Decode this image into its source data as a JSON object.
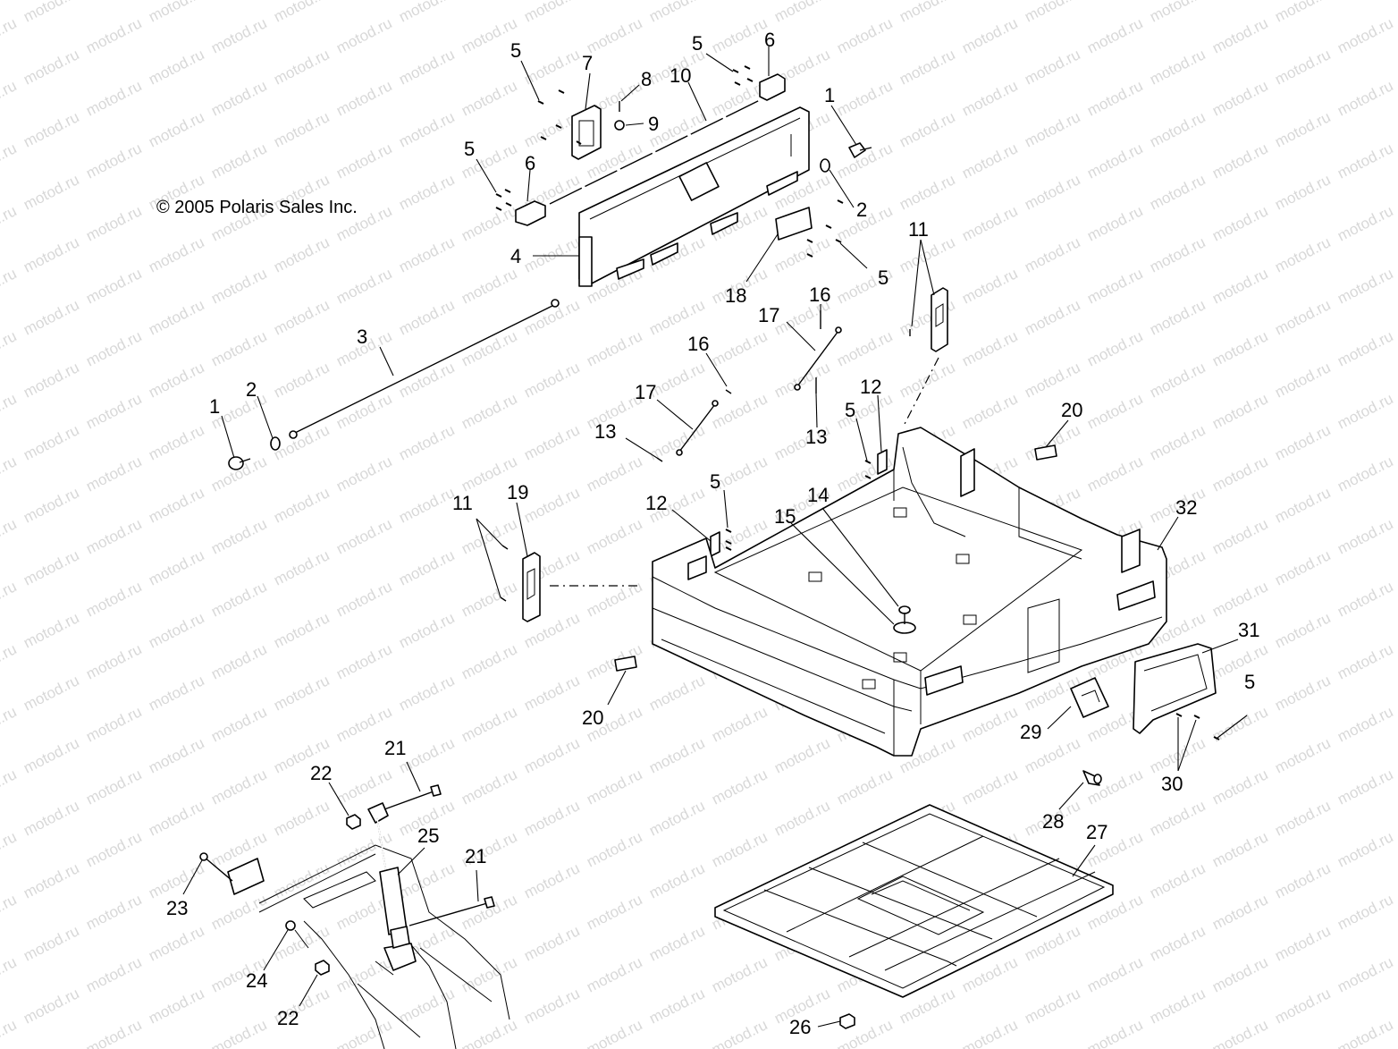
{
  "copyright": "© 2005 Polaris Sales Inc.",
  "watermark": "motod.ru",
  "callouts": {
    "c5a": "5",
    "c7": "7",
    "c8": "8",
    "c10": "10",
    "c5b": "5",
    "c6a": "6",
    "c9": "9",
    "c1a": "1",
    "c5c": "5",
    "c6b": "6",
    "c2a": "2",
    "c4": "4",
    "c18": "18",
    "c5d": "5",
    "c11a": "11",
    "c16a": "16",
    "c17a": "17",
    "c3": "3",
    "c16b": "16",
    "c2b": "2",
    "c1b": "1",
    "c17b": "17",
    "c13a": "13",
    "c12a": "12",
    "c13b": "13",
    "c5e": "5",
    "c20a": "20",
    "c19": "19",
    "c11b": "11",
    "c5f": "5",
    "c12b": "12",
    "c14": "14",
    "c15": "15",
    "c32": "32",
    "c31": "31",
    "c20b": "20",
    "c29": "29",
    "c5g": "5",
    "c30": "30",
    "c21a": "21",
    "c22a": "22",
    "c25": "25",
    "c28": "28",
    "c27": "27",
    "c21b": "21",
    "c23": "23",
    "c24": "24",
    "c22b": "22",
    "c26": "26"
  }
}
